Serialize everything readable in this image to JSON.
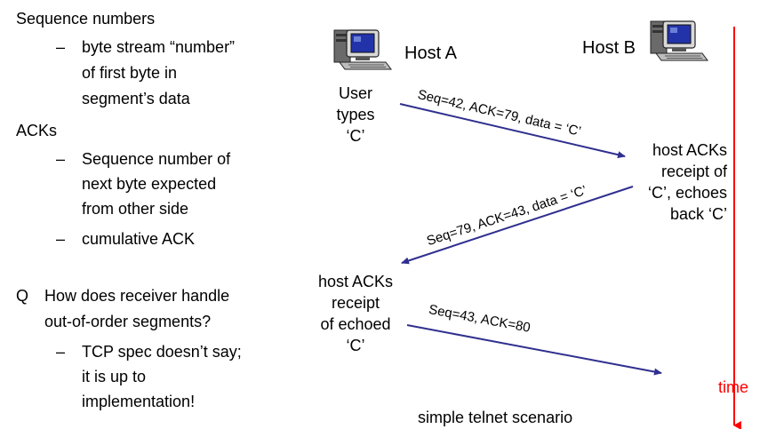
{
  "left": {
    "seq_heading": "Sequence numbers",
    "seq_bullet_lines": [
      "byte stream “number”",
      "of first byte in",
      "segment’s data"
    ],
    "acks_heading": "ACKs",
    "acks_bullet1_lines": [
      "Sequence number of",
      "next byte expected",
      "from other side"
    ],
    "acks_bullet2": "cumulative ACK",
    "q_label": "Q",
    "q_lines": [
      "How does receiver handle",
      "out-of-order segments?"
    ],
    "q_bullet_lines": [
      "TCP spec doesn’t say;",
      "it is up to",
      "implementation!"
    ],
    "dash": "–"
  },
  "diagram": {
    "host_a": "Host A",
    "host_b": "Host B",
    "user_types": [
      "User",
      "types",
      "‘C’"
    ],
    "host_b_ack": [
      "host ACKs",
      "receipt of",
      "‘C’, echoes",
      "back ‘C’"
    ],
    "host_a_ack": [
      "host ACKs",
      "receipt",
      "of echoed",
      "‘C’"
    ],
    "msg1": "Seq=42, ACK=79, data = ‘C’",
    "msg2": "Seq=79, ACK=43, data = ‘C’",
    "msg3": "Seq=43, ACK=80",
    "time_label": "time",
    "caption": "simple telnet scenario",
    "colors": {
      "arrow": "#2f2f8f",
      "time": "#ff0000",
      "screen": "#2233aa"
    },
    "icons": [
      "computer-icon",
      "computer-icon"
    ]
  }
}
